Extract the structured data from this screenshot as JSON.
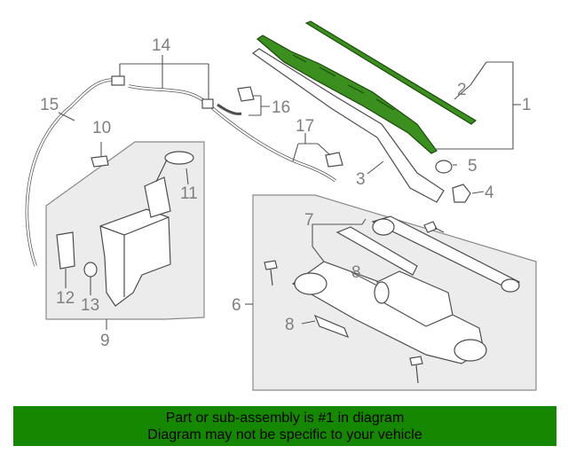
{
  "callouts": {
    "c1": "1",
    "c2": "2",
    "c3": "3",
    "c4": "4",
    "c5": "5",
    "c6": "6",
    "c7": "7",
    "c8a": "8",
    "c8b": "8",
    "c9": "9",
    "c10": "10",
    "c11": "11",
    "c12": "12",
    "c13": "13",
    "c14": "14",
    "c15": "15",
    "c16": "16",
    "c17": "17"
  },
  "footer": {
    "line1": "Part or sub-assembly is #1 in diagram",
    "line2": "Diagram may not be specific to your vehicle"
  },
  "colors": {
    "highlight": "#3a8f1f",
    "footer_bg": "#158700",
    "callout_text": "#7f7f7f",
    "group_box": "#ececec"
  }
}
